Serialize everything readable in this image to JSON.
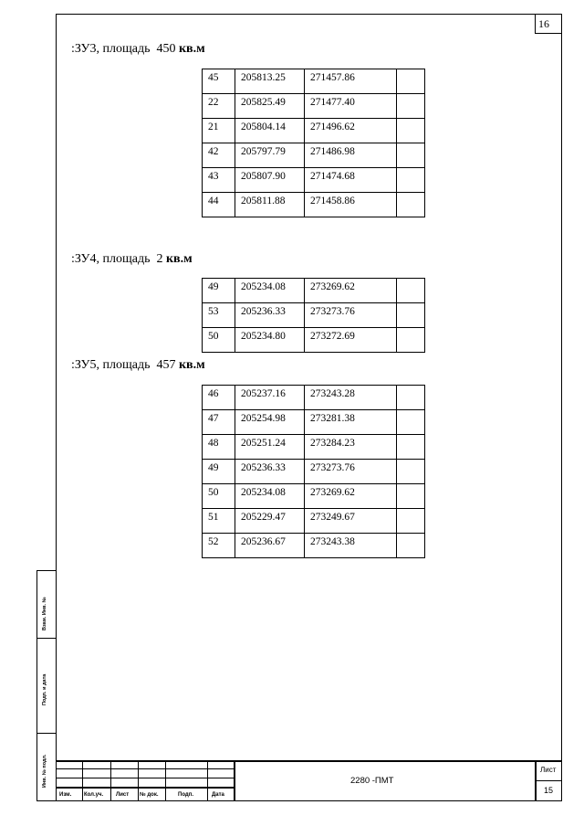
{
  "page_number_top": "16",
  "sections": [
    {
      "label": ":ЗУ3, площадь",
      "area": "450",
      "unit": "кв.м",
      "rows": [
        [
          "45",
          "205813.25",
          "271457.86",
          ""
        ],
        [
          "22",
          "205825.49",
          "271477.40",
          ""
        ],
        [
          "21",
          "205804.14",
          "271496.62",
          ""
        ],
        [
          "42",
          "205797.79",
          "271486.98",
          ""
        ],
        [
          "43",
          "205807.90",
          "271474.68",
          ""
        ],
        [
          "44",
          "205811.88",
          "271458.86",
          ""
        ]
      ]
    },
    {
      "label": ":ЗУ4, площадь",
      "area": "2",
      "unit": "кв.м",
      "rows": [
        [
          "49",
          "205234.08",
          "273269.62",
          ""
        ],
        [
          "53",
          "205236.33",
          "273273.76",
          ""
        ],
        [
          "50",
          "205234.80",
          "273272.69",
          ""
        ]
      ]
    },
    {
      "label": ":ЗУ5, площадь",
      "area": "457",
      "unit": "кв.м",
      "rows": [
        [
          "46",
          "205237.16",
          "273243.28",
          ""
        ],
        [
          "47",
          "205254.98",
          "273281.38",
          ""
        ],
        [
          "48",
          "205251.24",
          "273284.23",
          ""
        ],
        [
          "49",
          "205236.33",
          "273273.76",
          ""
        ],
        [
          "50",
          "205234.08",
          "273269.62",
          ""
        ],
        [
          "51",
          "205229.47",
          "273249.67",
          ""
        ],
        [
          "52",
          "205236.67",
          "273243.38",
          ""
        ]
      ]
    }
  ],
  "margin_stamp": {
    "vzam": "Взам. Инв. №",
    "podp": "Подп. и дата",
    "inv": "Инв. № подл."
  },
  "title_block": {
    "headers": [
      "Изм.",
      "Кол.уч.",
      "Лист",
      "№ док.",
      "Подп.",
      "Дата"
    ],
    "doc_number": "2280 -ПМТ",
    "sheet_label": "Лист",
    "sheet_number": "15"
  }
}
